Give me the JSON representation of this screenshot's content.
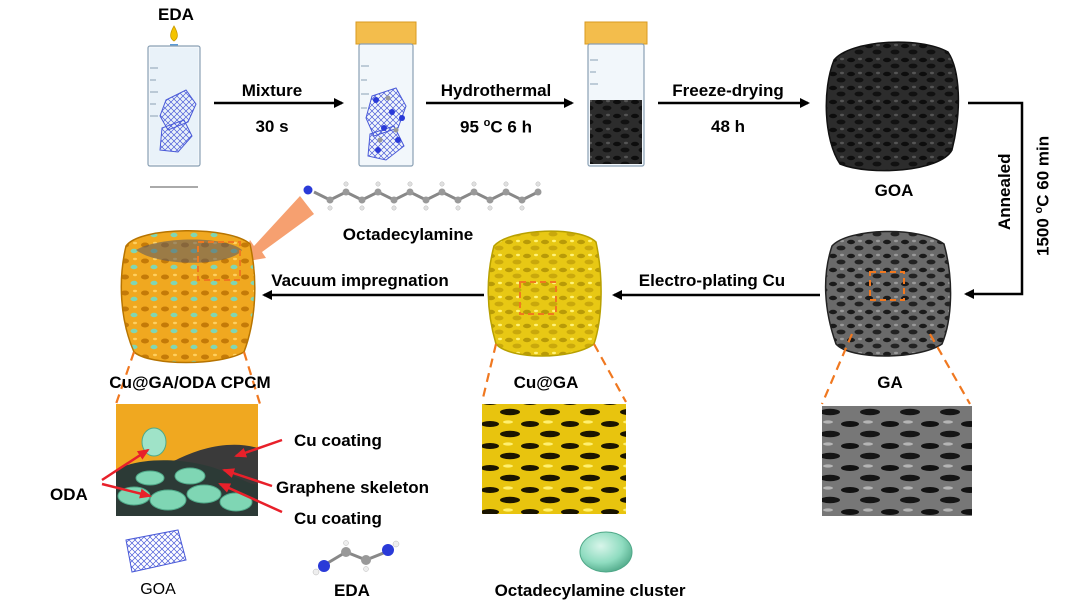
{
  "labels": {
    "eda_top": "EDA",
    "mixture": "Mixture",
    "time_30s": "30 s",
    "hydrothermal": "Hydrothermal",
    "hydro_cond_pre": "95 ",
    "hydro_cond_sup": "o",
    "hydro_cond_post": "C 6 h",
    "freeze_drying": "Freeze-drying",
    "time_48h": "48 h",
    "goa": "GOA",
    "annealed": "Annealed",
    "anneal_cond_pre": "1500 ",
    "anneal_cond_sup": "o",
    "anneal_cond_post": "C 60 min",
    "octadecylamine": "Octadecylamine",
    "vacuum_impregnation": "Vacuum impregnation",
    "electro_plating": "Electro-plating Cu",
    "cpcm": "Cu@GA/ODA CPCM",
    "cu_ga": "Cu@GA",
    "ga": "GA",
    "cu_coating_1": "Cu coating",
    "oda": "ODA",
    "graphene_skeleton": "Graphene skeleton",
    "cu_coating_2": "Cu coating"
  },
  "legend": {
    "goa": "GOA",
    "eda": "EDA",
    "cluster": "Octadecylamine cluster"
  },
  "colors": {
    "arrow": "#000000",
    "dashed_zoom": "#f07820",
    "callout": "#e8202a",
    "copper_gold": "#f0a820",
    "ga_yellow": "#f2d21c",
    "ga_grey": "#3a3a3a",
    "oda_green": "#7fd6b4",
    "goa_blue": "#4a5ad8"
  }
}
